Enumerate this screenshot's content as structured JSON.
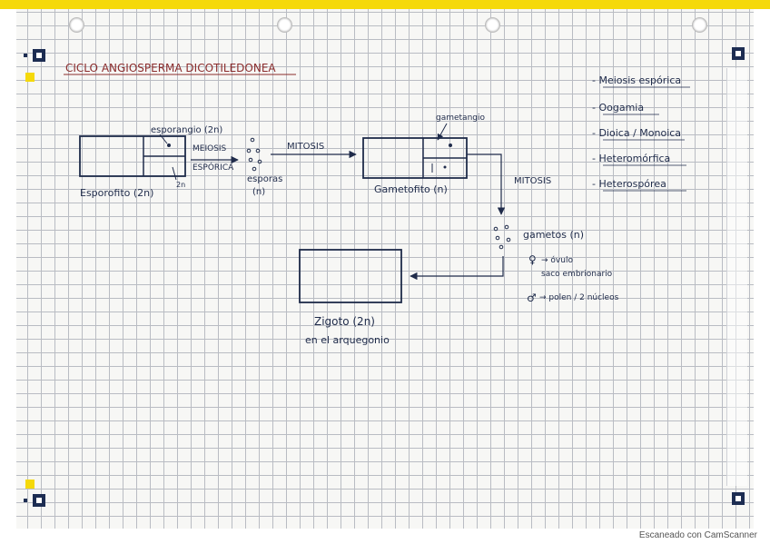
{
  "title": "CICLO ANGIOSPERMA DICOTILEDONEA",
  "diagram": {
    "sporangium_label": "esporangio (2n)",
    "meiosis_label": "MEIOSIS",
    "sporic_label": "ESPÓRICA",
    "two_n_small": "2n",
    "sporophyte_label": "Esporofito (2n)",
    "spores_label": "esporas",
    "spores_ploidy": "(n)",
    "mitosis_label_1": "MITOSIS",
    "gametangium_label": "gametangio",
    "gametophyte_label": "Gametofito (n)",
    "mitosis_label_2": "MITOSIS",
    "gametes_label": "gametos (n)",
    "female_symbol": "♀",
    "ovule_label": "→ óvulo",
    "embryo_sac_label": "saco embrionario",
    "male_symbol": "♂",
    "pollen_label": "→ polen / 2 núcleos",
    "zygote_label": "Zigoto (2n)",
    "archegonium_label": "en el arquegonio"
  },
  "features": [
    "- Meiosis espórica",
    "- Oogamia",
    "- Dioica / Monoica",
    "- Heteromórfica",
    "- Heterospórea"
  ],
  "footer": "Escaneado con CamScanner",
  "colors": {
    "ink": "#1f2b4a",
    "title_ink": "#8b2c2c",
    "accent_yellow": "#f5d90a",
    "marker": "#1d2d52"
  }
}
